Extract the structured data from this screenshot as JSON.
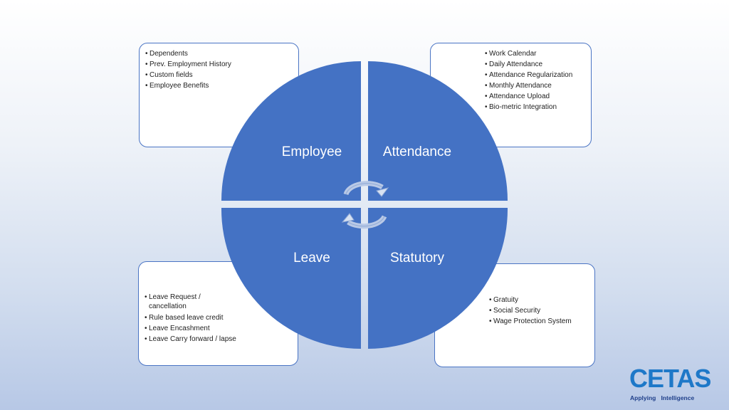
{
  "quadrants": {
    "employee": {
      "label": "Employee",
      "items": [
        "Dependents",
        "Prev. Employment History",
        "Custom fields",
        "Employee Benefits"
      ]
    },
    "attendance": {
      "label": "Attendance",
      "items": [
        "Work Calendar",
        "Daily Attendance",
        "Attendance Regularization",
        "Monthly Attendance",
        "Attendance Upload",
        "Bio-metric Integration"
      ]
    },
    "leave": {
      "label": "Leave",
      "items": [
        "Leave Request / cancellation",
        "Rule based leave credit",
        "Leave Encashment",
        "Leave Carry forward / lapse"
      ]
    },
    "statutory": {
      "label": "Statutory",
      "items": [
        "Gratuity",
        "Social Security",
        "Wage Protection System"
      ]
    }
  },
  "center_icon": "cycle-arrows-icon",
  "logo": {
    "name": "CETAS",
    "tagline": "Applying   Intelligence",
    "color": "#1e78c8"
  },
  "colors": {
    "quadrant_fill": "#4472c4",
    "box_border": "#4a74c4"
  }
}
